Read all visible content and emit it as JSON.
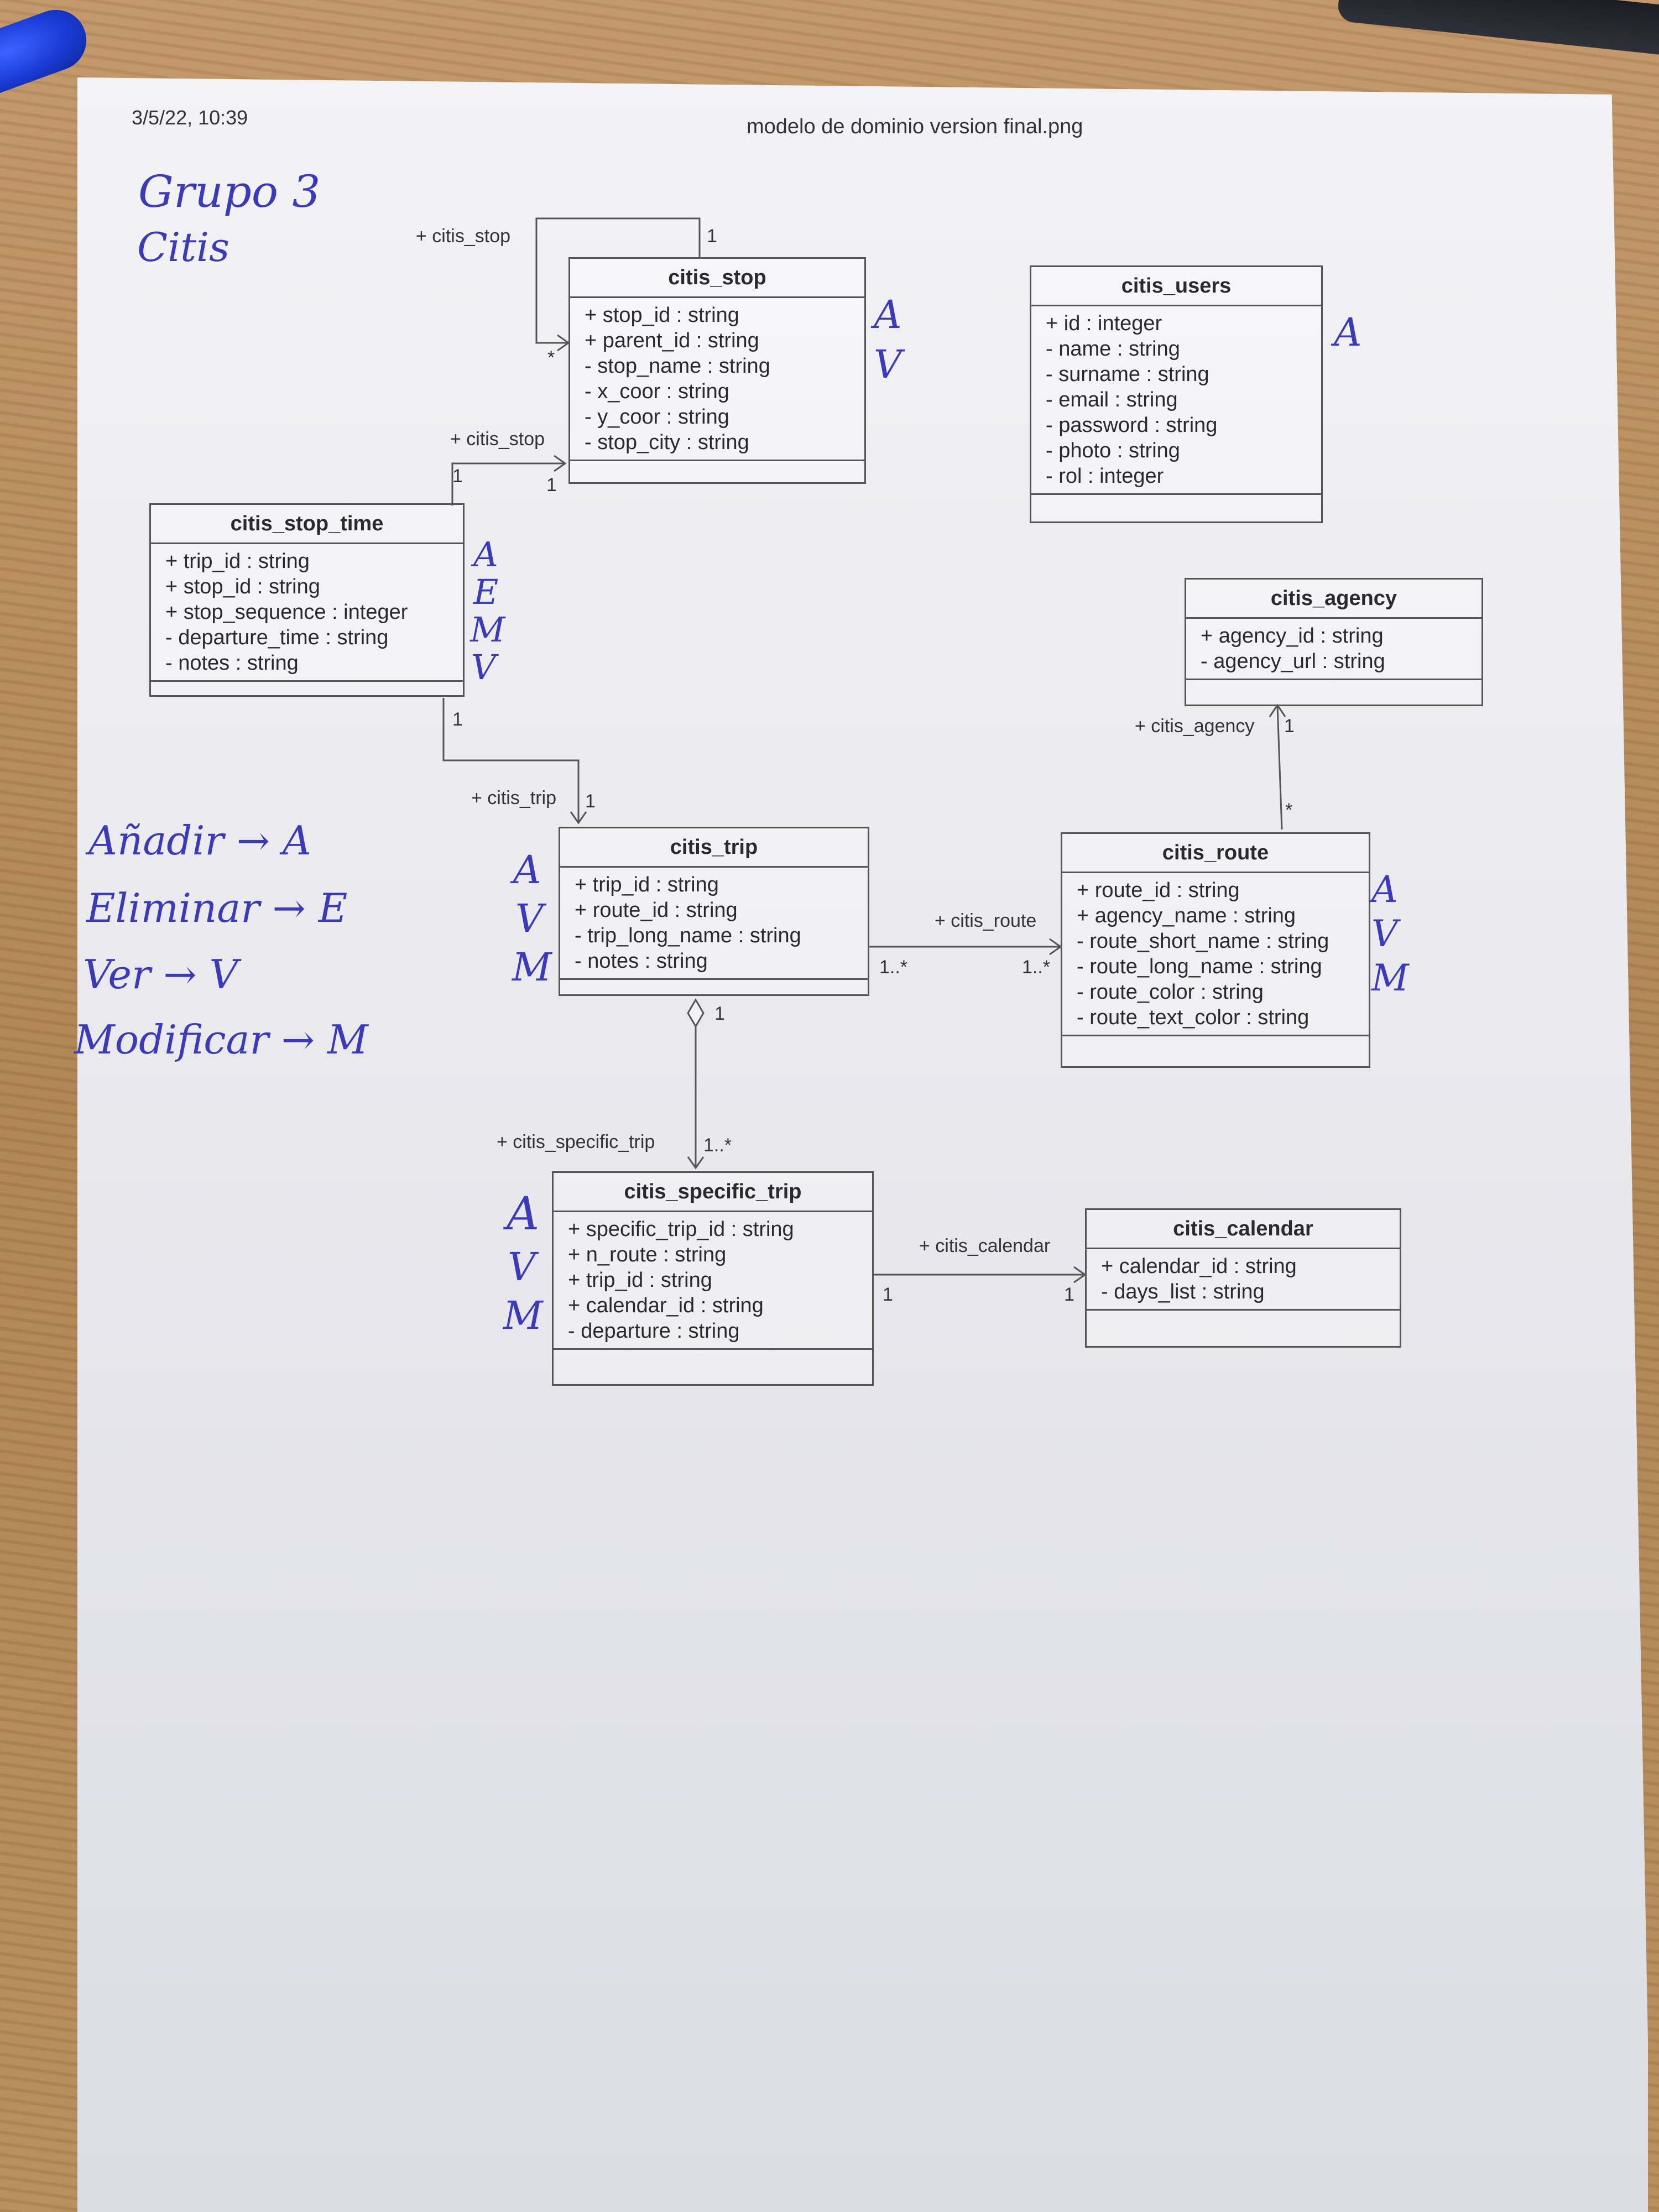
{
  "header": {
    "timestamp": "3/5/22, 10:39",
    "filename": "modelo de dominio version final.png"
  },
  "handwritten": {
    "group": "Grupo 3",
    "project": "Citis",
    "legend": [
      "Añadir → A",
      "Eliminar → E",
      "Ver → V",
      "Modificar → M"
    ]
  },
  "classes": {
    "citis_stop": {
      "name": "citis_stop",
      "attributes": [
        "+ stop_id : string",
        "+ parent_id : string",
        "- stop_name : string",
        "- x_coor : string",
        "- y_coor : string",
        "- stop_city : string"
      ],
      "marks": [
        "A",
        "V"
      ]
    },
    "citis_users": {
      "name": "citis_users",
      "attributes": [
        "+ id : integer",
        "- name : string",
        "- surname : string",
        "- email : string",
        "- password : string",
        "- photo : string",
        "- rol : integer"
      ],
      "marks": [
        "A"
      ]
    },
    "citis_stop_time": {
      "name": "citis_stop_time",
      "attributes": [
        "+ trip_id : string",
        "+ stop_id : string",
        "+ stop_sequence : integer",
        "- departure_time : string",
        "- notes : string"
      ],
      "marks": [
        "A",
        "E",
        "M",
        "V"
      ]
    },
    "citis_agency": {
      "name": "citis_agency",
      "attributes": [
        "+ agency_id : string",
        "- agency_url : string"
      ],
      "marks": []
    },
    "citis_trip": {
      "name": "citis_trip",
      "attributes": [
        "+ trip_id : string",
        "+ route_id : string",
        "- trip_long_name : string",
        "- notes : string"
      ],
      "marks": [
        "A",
        "V",
        "M"
      ]
    },
    "citis_route": {
      "name": "citis_route",
      "attributes": [
        "+ route_id : string",
        "+ agency_name : string",
        "- route_short_name : string",
        "- route_long_name : string",
        "- route_color : string",
        "- route_text_color : string"
      ],
      "marks": [
        "A",
        "V",
        "M"
      ]
    },
    "citis_specific_trip": {
      "name": "citis_specific_trip",
      "attributes": [
        "+ specific_trip_id : string",
        "+ n_route : string",
        "+ trip_id : string",
        "+ calendar_id : string",
        "- departure : string"
      ],
      "marks": [
        "A",
        "V",
        "M"
      ]
    },
    "citis_calendar": {
      "name": "citis_calendar",
      "attributes": [
        "+ calendar_id : string",
        "- days_list : string"
      ],
      "marks": []
    }
  },
  "associations": {
    "stop_self": {
      "role": "+ citis_stop",
      "m1": "1",
      "m2": "*"
    },
    "stoptime_stop": {
      "role": "+ citis_stop",
      "m1": "1",
      "m2": "1"
    },
    "stoptime_trip": {
      "role": "+ citis_trip",
      "m1": "1",
      "m2": "1"
    },
    "trip_route": {
      "role": "+ citis_route",
      "m1": "1..*",
      "m2": "1..*"
    },
    "route_agency": {
      "role": "+ citis_agency",
      "m1": "1",
      "m2": "*"
    },
    "trip_specific": {
      "role": "+ citis_specific_trip",
      "m1": "1",
      "m2": "1..*"
    },
    "specific_calendar": {
      "role": "+ citis_calendar",
      "m1": "1",
      "m2": "1"
    }
  },
  "colors": {
    "ink": "#3b3bb8",
    "line": "#555555",
    "pen": "#1a3bd6"
  }
}
